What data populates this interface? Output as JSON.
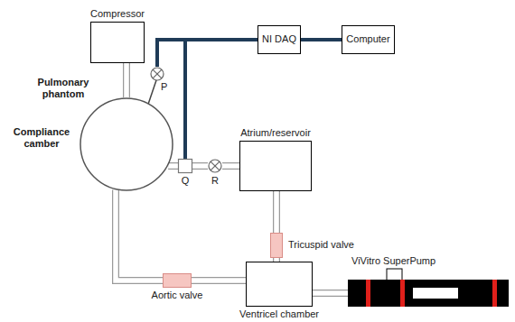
{
  "diagram": {
    "nodes": [
      {
        "text": [
          "Compressor"
        ]
      },
      {
        "text": [
          "Pulmonary phantom",
          "Compliance camber"
        ]
      },
      {
        "text": [
          "P"
        ]
      },
      {
        "text": [
          "Q"
        ]
      },
      {
        "text": [
          "R"
        ]
      },
      {
        "text": [
          "Atrium/reservoir"
        ]
      },
      {
        "text": [
          "NI DAQ"
        ]
      },
      {
        "text": [
          "Computer"
        ]
      },
      {
        "text": [
          "Tricuspid valve"
        ]
      },
      {
        "text": [
          "Ventricel chamber"
        ]
      },
      {
        "text": [
          "Aortic valve"
        ]
      },
      {
        "text": [
          "ViVitro SuperPump"
        ]
      }
    ],
    "edges": [
      {
        "from": 0,
        "to": 1,
        "arrow": "none"
      },
      {
        "from": 1,
        "to": 3,
        "arrow": "none"
      },
      {
        "from": 3,
        "to": 4,
        "arrow": "none"
      },
      {
        "from": 4,
        "to": 5,
        "arrow": "none"
      },
      {
        "from": 5,
        "to": 8,
        "arrow": "none"
      },
      {
        "from": 8,
        "to": 9,
        "arrow": "none"
      },
      {
        "from": 9,
        "to": 10,
        "arrow": "none"
      },
      {
        "from": 10,
        "to": 1,
        "arrow": "none"
      },
      {
        "from": 9,
        "to": 11,
        "arrow": "none"
      },
      {
        "from": 2,
        "to": 6,
        "arrow": "none"
      },
      {
        "from": 3,
        "to": 6,
        "arrow": "none"
      },
      {
        "from": 6,
        "to": 7,
        "arrow": "none"
      }
    ]
  }
}
